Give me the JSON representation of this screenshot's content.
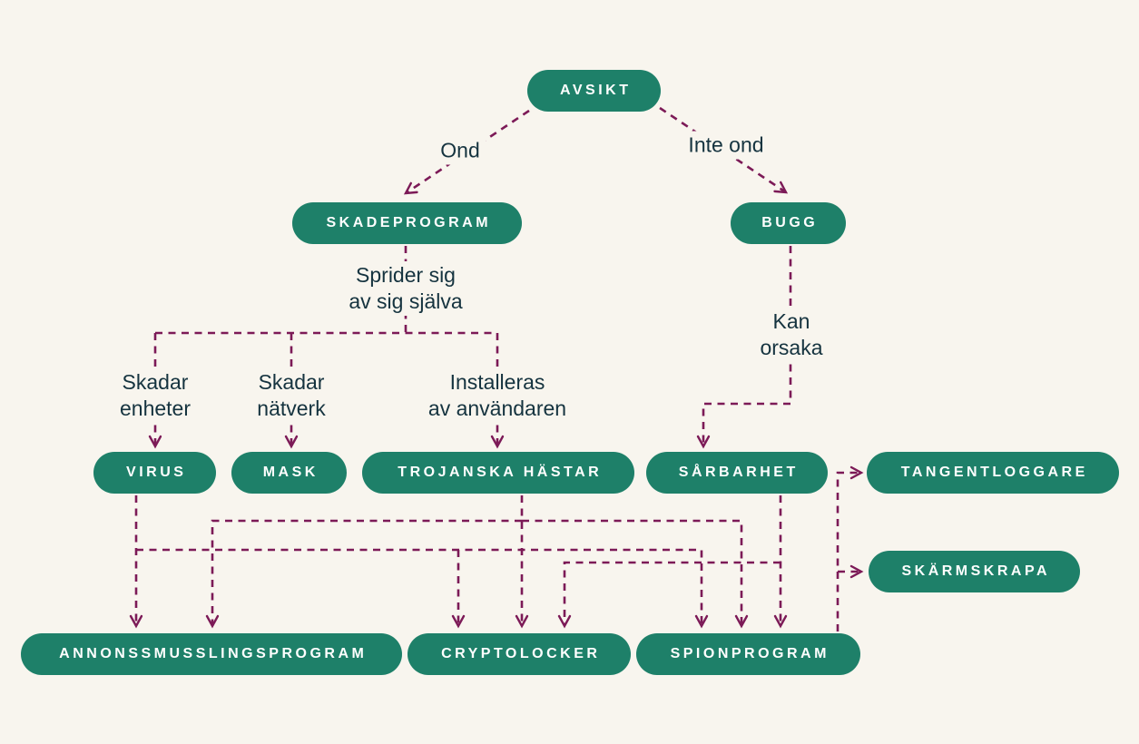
{
  "colors": {
    "background": "#f8f5ee",
    "node_bg": "#1e8069",
    "node_text": "#ffffff",
    "edge": "#7c1a57",
    "label_text": "#15333f"
  },
  "nodes": [
    {
      "id": "avsikt",
      "label": "AVSIKT"
    },
    {
      "id": "skadeprogram",
      "label": "SKADEPROGRAM"
    },
    {
      "id": "bugg",
      "label": "BUGG"
    },
    {
      "id": "virus",
      "label": "VIRUS"
    },
    {
      "id": "mask",
      "label": "MASK"
    },
    {
      "id": "trojanska-hastar",
      "label": "TROJANSKA HÄSTAR"
    },
    {
      "id": "sarbarhet",
      "label": "SÅRBARHET"
    },
    {
      "id": "tangentloggare",
      "label": "TANGENTLOGGARE"
    },
    {
      "id": "skarmskrapa",
      "label": "SKÄRMSKRAPA"
    },
    {
      "id": "annonssmusslingsprogram",
      "label": "ANNONSSMUSSLINGSPROGRAM"
    },
    {
      "id": "cryptolocker",
      "label": "CRYPTOLOCKER"
    },
    {
      "id": "spionprogram",
      "label": "SPIONPROGRAM"
    }
  ],
  "edge_labels": [
    {
      "id": "ond",
      "lines": [
        "Ond"
      ]
    },
    {
      "id": "inte-ond",
      "lines": [
        "Inte ond"
      ]
    },
    {
      "id": "sprider-sig",
      "lines": [
        "Sprider sig",
        "av sig själva"
      ]
    },
    {
      "id": "kan-orsaka",
      "lines": [
        "Kan",
        "orsaka"
      ]
    },
    {
      "id": "skadar-enheter",
      "lines": [
        "Skadar",
        "enheter"
      ]
    },
    {
      "id": "skadar-natverk",
      "lines": [
        "Skadar",
        "nätverk"
      ]
    },
    {
      "id": "installeras",
      "lines": [
        "Installeras",
        "av användaren"
      ]
    }
  ],
  "graph": {
    "type": "flowchart",
    "edges": [
      {
        "from": "avsikt",
        "to": "skadeprogram",
        "label": "Ond"
      },
      {
        "from": "avsikt",
        "to": "bugg",
        "label": "Inte ond"
      },
      {
        "from": "skadeprogram",
        "to": "virus",
        "label": "Sprider sig av sig själva / Skadar enheter"
      },
      {
        "from": "skadeprogram",
        "to": "mask",
        "label": "Sprider sig av sig själva / Skadar nätverk"
      },
      {
        "from": "skadeprogram",
        "to": "trojanska-hastar",
        "label": "Installeras av användaren"
      },
      {
        "from": "bugg",
        "to": "sarbarhet",
        "label": "Kan orsaka"
      },
      {
        "from": "virus",
        "to": "annonssmusslingsprogram",
        "label": ""
      },
      {
        "from": "virus",
        "to": "cryptolocker",
        "label": ""
      },
      {
        "from": "virus",
        "to": "spionprogram",
        "label": ""
      },
      {
        "from": "trojanska-hastar",
        "to": "annonssmusslingsprogram",
        "label": ""
      },
      {
        "from": "trojanska-hastar",
        "to": "cryptolocker",
        "label": ""
      },
      {
        "from": "trojanska-hastar",
        "to": "spionprogram",
        "label": ""
      },
      {
        "from": "sarbarhet",
        "to": "cryptolocker",
        "label": ""
      },
      {
        "from": "sarbarhet",
        "to": "spionprogram",
        "label": ""
      },
      {
        "from": "spionprogram",
        "to": "tangentloggare",
        "label": ""
      },
      {
        "from": "spionprogram",
        "to": "skarmskrapa",
        "label": ""
      }
    ]
  }
}
